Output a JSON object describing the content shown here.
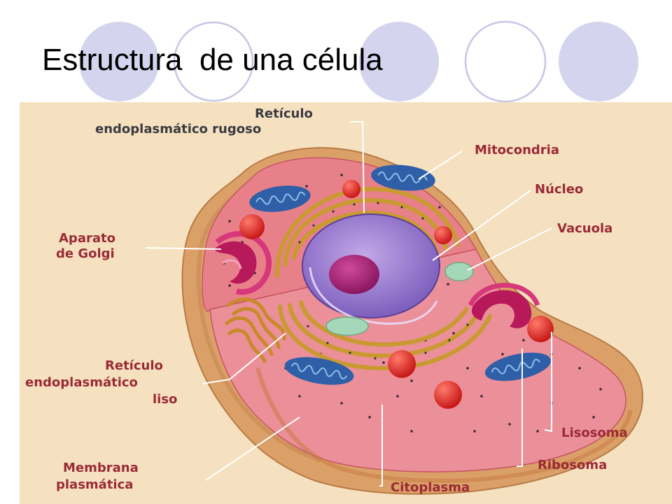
{
  "slide": {
    "title": "Estructura  de una célula",
    "accent_colors": {
      "circle_fill": "#d4d4ee",
      "circle_stroke": "#c6c6e6",
      "circle_outline": "#ffffff"
    }
  },
  "diagram": {
    "background": "#f5e1c0",
    "label_color": "#9a2a36",
    "label_dark_color": "#3a3a40",
    "labels": {
      "rer_1": "Retículo",
      "rer_2": "endoplasmático rugoso",
      "mito": "Mitocondria",
      "nucleo": "Núcleo",
      "vacuola": "Vacuola",
      "golgi_1": "Aparato",
      "golgi_2": "de Golgi",
      "rel_1": "Retículo",
      "rel_2": "endoplasmático",
      "rel_3": "liso",
      "lisosoma": "Lisosoma",
      "ribosoma": "Ribosoma",
      "membrana_1": "Membrana",
      "membrana_2": "plasmática",
      "citoplasma": "Citoplasma"
    }
  }
}
